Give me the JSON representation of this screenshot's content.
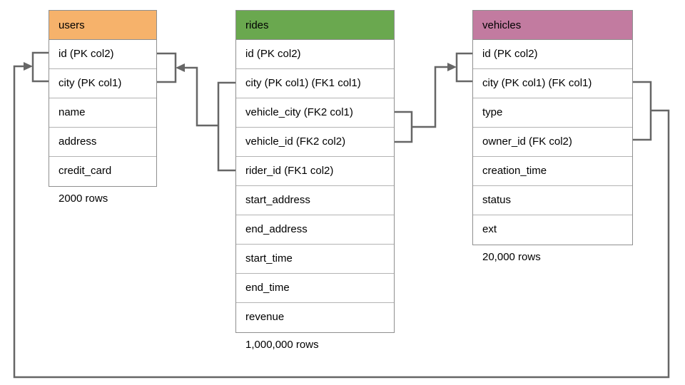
{
  "diagram": {
    "line_color": "#666666",
    "background": "#ffffff",
    "tables": [
      {
        "name": "users",
        "header_color": "#F6B26B",
        "columns": [
          "id (PK col2)",
          "city (PK col1)",
          "name",
          "address",
          "credit_card"
        ],
        "row_count_label": "2000 rows"
      },
      {
        "name": "rides",
        "header_color": "#6AA84F",
        "columns": [
          "id (PK col2)",
          "city (PK col1) (FK1 col1)",
          "vehicle_city (FK2 col1)",
          "vehicle_id (FK2 col2)",
          "rider_id (FK1 col2)",
          "start_address",
          "end_address",
          "start_time",
          "end_time",
          "revenue"
        ],
        "row_count_label": "1,000,000 rows"
      },
      {
        "name": "vehicles",
        "header_color": "#C27BA0",
        "columns": [
          "id (PK col2)",
          "city (PK col1) (FK col1)",
          "type",
          "owner_id (FK col2)",
          "creation_time",
          "status",
          "ext"
        ],
        "row_count_label": "20,000 rows"
      }
    ],
    "relationships": [
      {
        "name": "rides-fk1-users",
        "from_table": "rides",
        "from_columns": [
          "city (PK col1) (FK1 col1)",
          "rider_id (FK1 col2)"
        ],
        "to_table": "users",
        "to_columns": [
          "id (PK col2)",
          "city (PK col1)"
        ]
      },
      {
        "name": "rides-fk2-vehicles",
        "from_table": "rides",
        "from_columns": [
          "vehicle_city (FK2 col1)",
          "vehicle_id (FK2 col2)"
        ],
        "to_table": "vehicles",
        "to_columns": [
          "id (PK col2)",
          "city (PK col1) (FK col1)"
        ]
      },
      {
        "name": "vehicles-fk-users",
        "from_table": "vehicles",
        "from_columns": [
          "city (PK col1) (FK col1)",
          "owner_id (FK col2)"
        ],
        "to_table": "users",
        "to_columns": [
          "id (PK col2)",
          "city (PK col1)"
        ]
      }
    ]
  }
}
